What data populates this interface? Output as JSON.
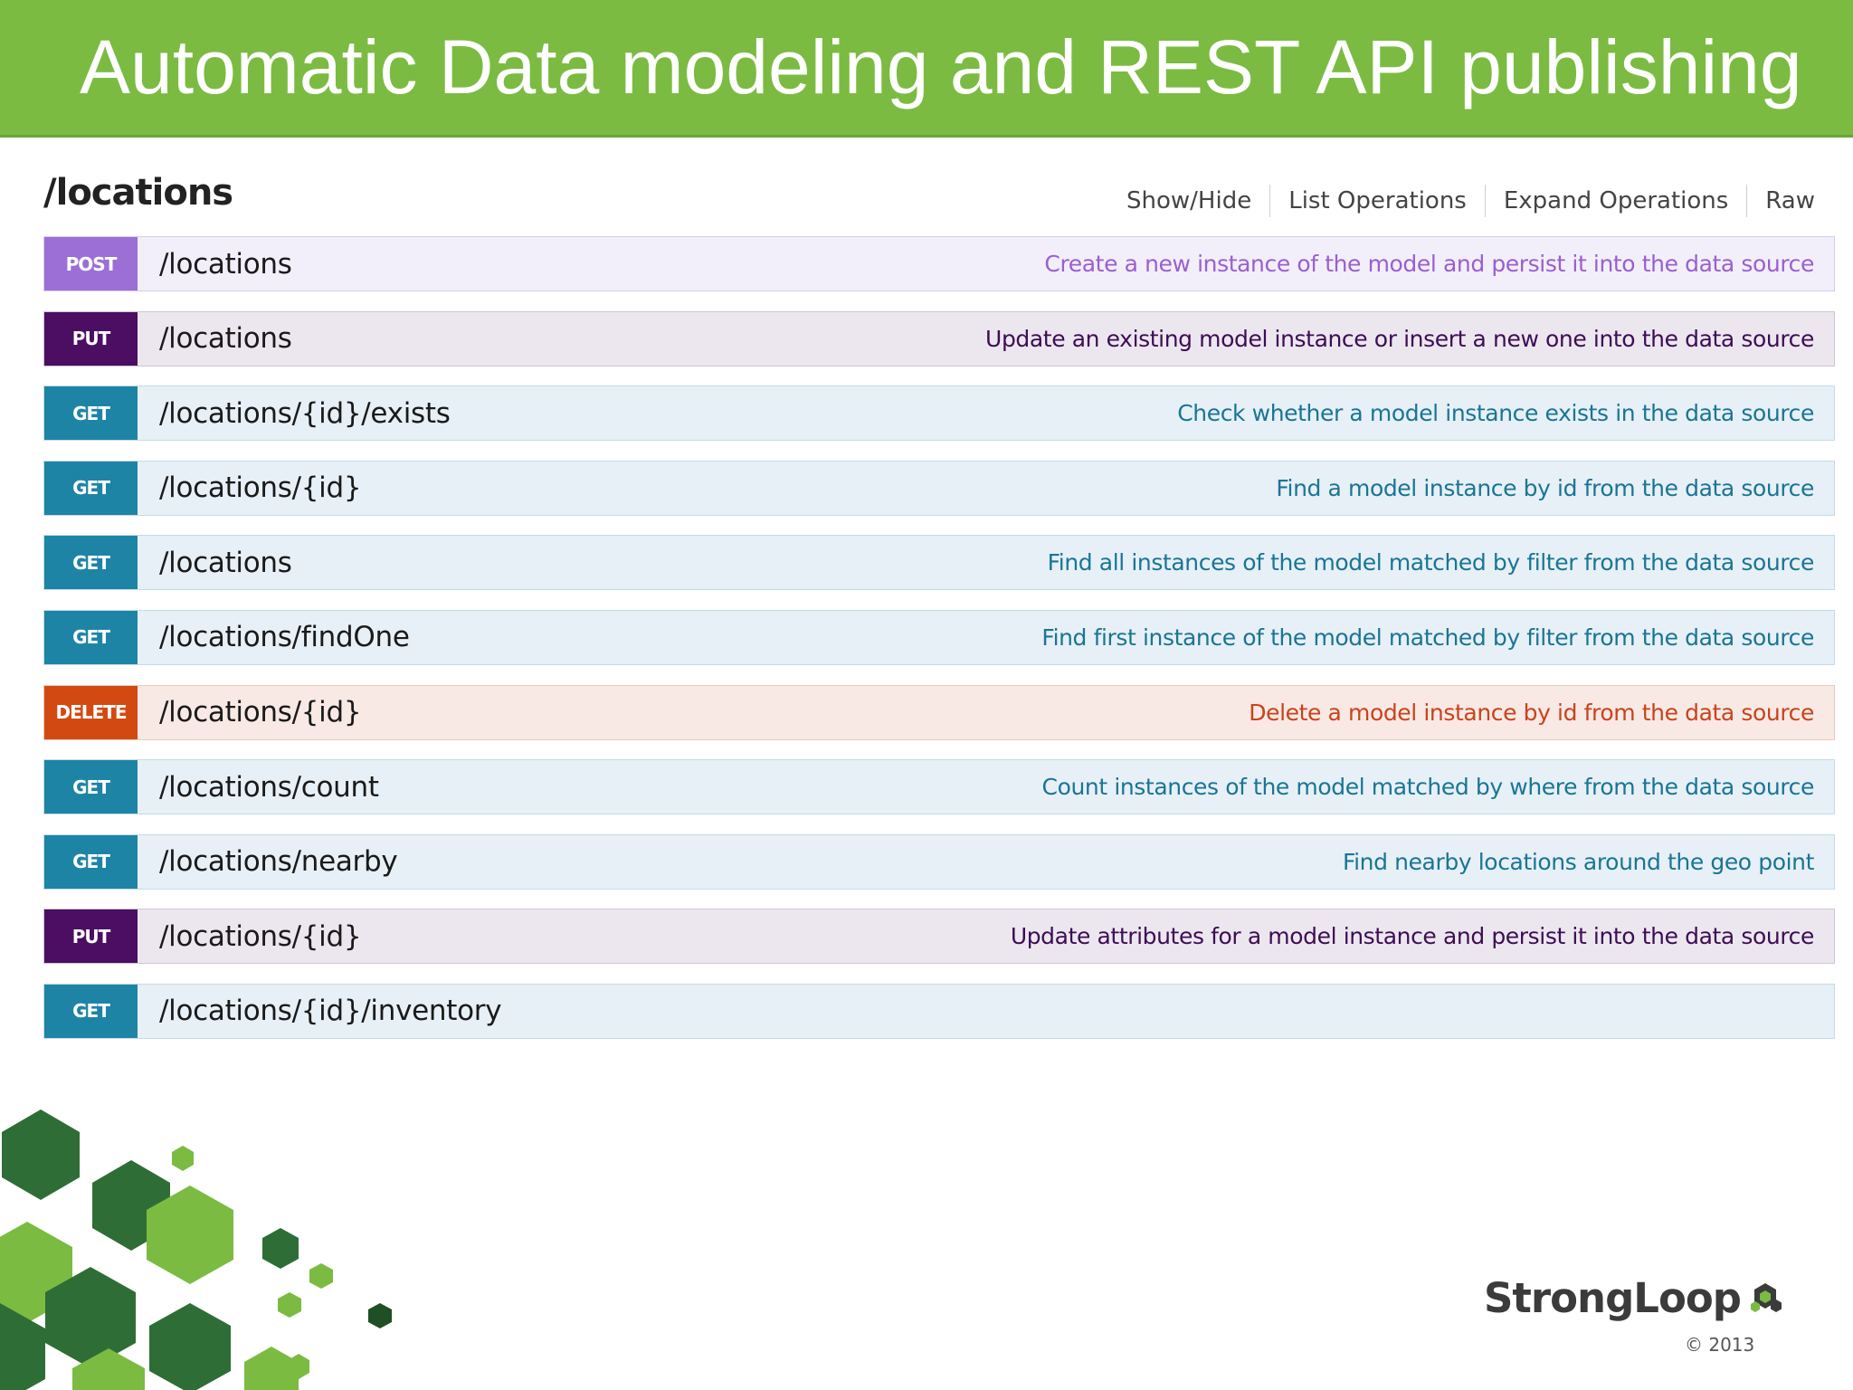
{
  "slide": {
    "title": "Automatic Data modeling and REST API publishing"
  },
  "resource": {
    "heading": "/locations",
    "options": [
      "Show/Hide",
      "List Operations",
      "Expand Operations",
      "Raw"
    ]
  },
  "operations": [
    {
      "method": "POST",
      "path": "/locations",
      "summary": "Create a new instance of the model and persist it into the data source"
    },
    {
      "method": "PUT",
      "path": "/locations",
      "summary": "Update an existing model instance or insert a new one into the data source"
    },
    {
      "method": "GET",
      "path": "/locations/{id}/exists",
      "summary": "Check whether a model instance exists in the data source"
    },
    {
      "method": "GET",
      "path": "/locations/{id}",
      "summary": "Find a model instance by id from the data source"
    },
    {
      "method": "GET",
      "path": "/locations",
      "summary": "Find all instances of the model matched by filter from the data source"
    },
    {
      "method": "GET",
      "path": "/locations/findOne",
      "summary": "Find first instance of the model matched by filter from the data source"
    },
    {
      "method": "DELETE",
      "path": "/locations/{id}",
      "summary": "Delete a model instance by id from the data source"
    },
    {
      "method": "GET",
      "path": "/locations/count",
      "summary": "Count instances of the model matched by where from the data source"
    },
    {
      "method": "GET",
      "path": "/locations/nearby",
      "summary": "Find nearby locations around the geo point"
    },
    {
      "method": "PUT",
      "path": "/locations/{id}",
      "summary": "Update attributes for a model instance and persist it into the data source"
    },
    {
      "method": "GET",
      "path": "/locations/{id}/inventory",
      "summary": ""
    }
  ],
  "colors": {
    "header_green": "#7bbb42",
    "post": "#9b6fd6",
    "put": "#4b0e63",
    "get": "#1e84a6",
    "delete": "#d24a12"
  },
  "footer": {
    "brand": "StrongLoop",
    "brand_icon": "hexagon-cluster-icon",
    "copyright": "© 2013"
  }
}
